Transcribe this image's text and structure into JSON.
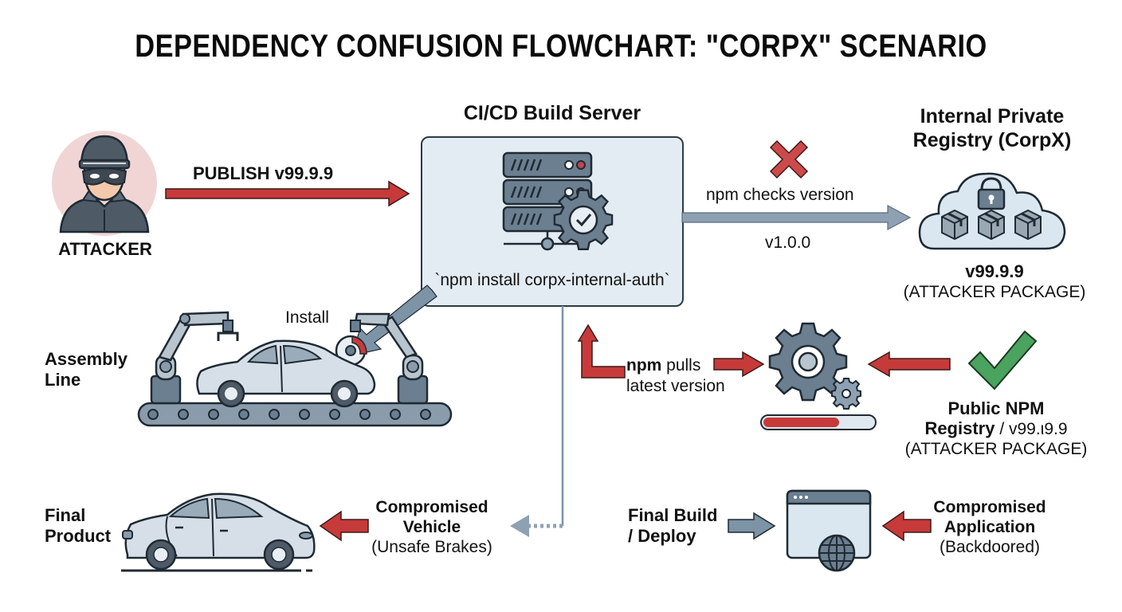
{
  "title": "DEPENDENCY CONFUSION FLOWCHART: \"CORPX\" SCENARIO",
  "attacker": {
    "label": "ATTACKER",
    "icon": "hooded-attacker-icon",
    "arrow_label": "PUBLISH v99.9.9"
  },
  "build_server": {
    "title": "CI/CD Build Server",
    "icon": "server-gear-icon",
    "command": "`npm install corpx-internal-auth`"
  },
  "private_registry": {
    "title_line1": "Internal Private",
    "title_line2": "Registry (CorpX)",
    "icon": "locked-cloud-packages-icon",
    "check_label": "npm checks version",
    "check_result_icon": "red-x-icon",
    "version_found": "v1.0.0",
    "version_label": "v99.9.9",
    "version_sub": "(ATTACKER PACKAGE)"
  },
  "public_registry": {
    "title_line1": "Public NPM",
    "title_line2_bold": "Registry",
    "title_line2_rest": " / v99.ι9.9",
    "sub": "(ATTACKER PACKAGE)",
    "status_icon": "green-check-icon"
  },
  "pull_step": {
    "label_bold": "npm",
    "label_rest": " pulls",
    "label_line2": "latest version",
    "icon": "gears-icon",
    "progress": 0.7,
    "colors": {
      "fill": "#c73a3a",
      "track": "#dfe8ef"
    }
  },
  "assembly_line": {
    "label_line1": "Assembly",
    "label_line2": "Line",
    "install_label": "Install",
    "icon": "robotic-assembly-line-icon"
  },
  "final_product": {
    "label_line1": "Final",
    "label_line2": "Product",
    "icon": "car-icon",
    "compromised_line1": "Compromised",
    "compromised_line2": "Vehicle",
    "compromised_sub": "(Unsafe Brakes)"
  },
  "final_build": {
    "label_line1": "Final Build",
    "label_line2": "/ Deploy",
    "icon": "browser-globe-icon",
    "compromised_line1": "Compromised",
    "compromised_line2": "Application",
    "compromised_sub": "(Backdoored)"
  },
  "colors": {
    "attack_red": "#c73a3a",
    "flow_blue_gray": "#7d93a6",
    "icon_slate": "#5f7385",
    "success_green": "#4aa35e",
    "outline": "#1f2a33",
    "attacker_bg": "#f1d5d5",
    "panel_bg": "#e3ecf3"
  }
}
